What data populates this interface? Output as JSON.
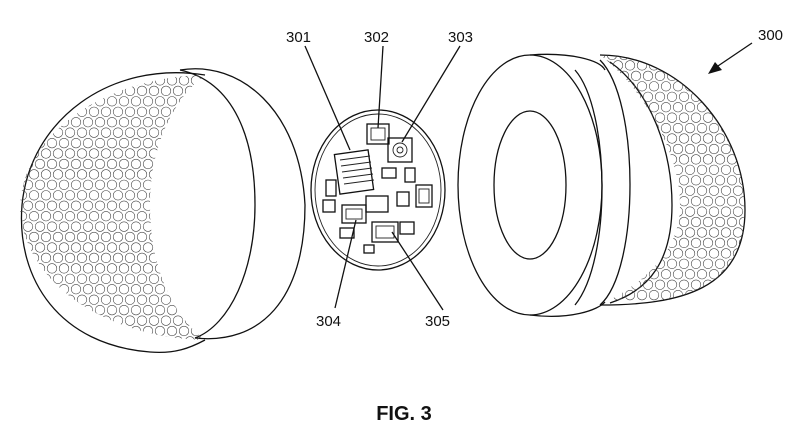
{
  "figure": {
    "caption": "FIG. 3",
    "reference_numerals": {
      "assembly": "300",
      "chip_1": "301",
      "chip_2": "302",
      "chip_3": "303",
      "chip_4": "304",
      "chip_5": "305"
    }
  }
}
